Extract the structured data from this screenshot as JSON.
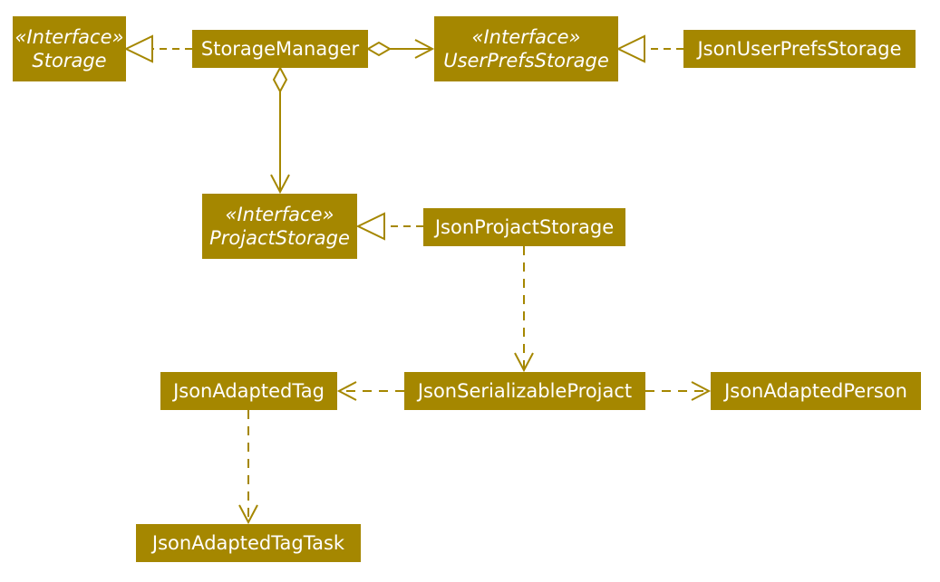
{
  "colors": {
    "accent": "#A58700",
    "text": "#FFFFFF"
  },
  "nodes": {
    "storage": {
      "stereotype": "«Interface»",
      "name": "Storage"
    },
    "storage_manager": {
      "name": "StorageManager"
    },
    "user_prefs_storage": {
      "stereotype": "«Interface»",
      "name": "UserPrefsStorage"
    },
    "json_user_prefs_storage": {
      "name": "JsonUserPrefsStorage"
    },
    "projact_storage": {
      "stereotype": "«Interface»",
      "name": "ProjactStorage"
    },
    "json_projact_storage": {
      "name": "JsonProjactStorage"
    },
    "json_adapted_tag": {
      "name": "JsonAdaptedTag"
    },
    "json_serializable_projact": {
      "name": "JsonSerializableProjact"
    },
    "json_adapted_person": {
      "name": "JsonAdaptedPerson"
    },
    "json_adapted_tag_task": {
      "name": "JsonAdaptedTagTask"
    }
  },
  "edges": [
    {
      "from": "storage_manager",
      "to": "storage",
      "kind": "realization"
    },
    {
      "from": "storage_manager",
      "to": "user_prefs_storage",
      "kind": "aggregation"
    },
    {
      "from": "json_user_prefs_storage",
      "to": "user_prefs_storage",
      "kind": "realization"
    },
    {
      "from": "storage_manager",
      "to": "projact_storage",
      "kind": "aggregation"
    },
    {
      "from": "json_projact_storage",
      "to": "projact_storage",
      "kind": "realization"
    },
    {
      "from": "json_projact_storage",
      "to": "json_serializable_projact",
      "kind": "dependency"
    },
    {
      "from": "json_serializable_projact",
      "to": "json_adapted_tag",
      "kind": "dependency"
    },
    {
      "from": "json_serializable_projact",
      "to": "json_adapted_person",
      "kind": "dependency"
    },
    {
      "from": "json_adapted_tag",
      "to": "json_adapted_tag_task",
      "kind": "dependency"
    }
  ]
}
